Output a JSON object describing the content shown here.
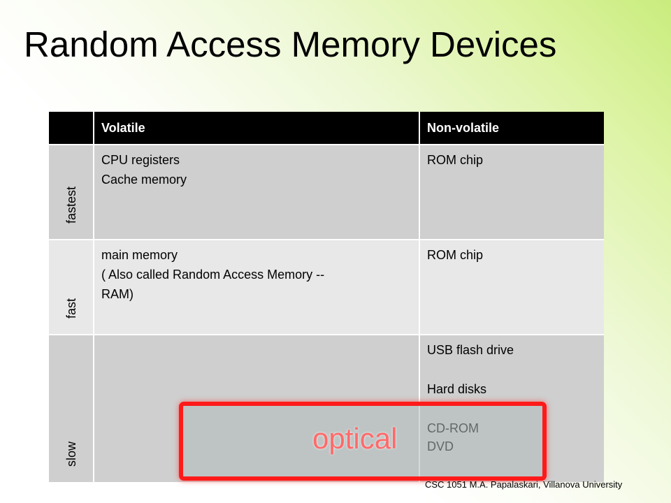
{
  "slide": {
    "title": "Random Access Memory Devices",
    "footer": "CSC 1051 M.A. Papalaskari, Villanova University"
  },
  "table": {
    "headers": [
      "",
      "Volatile",
      "Non-volatile"
    ],
    "rows": [
      {
        "label": "fastest",
        "volatile": [
          "CPU registers",
          "Cache memory"
        ],
        "nonvolatile": [
          "ROM chip"
        ]
      },
      {
        "label": "fast",
        "volatile": [
          "main memory",
          "( Also called Random Access Memory --",
          "RAM)"
        ],
        "nonvolatile": [
          "ROM chip"
        ]
      },
      {
        "label": "slow",
        "volatile": [],
        "nonvolatile": [
          "USB flash drive",
          "",
          "Hard disks",
          "",
          "CD-ROM",
          "DVD"
        ]
      }
    ]
  },
  "annotation": {
    "text": "optical",
    "color": "#ff1a1a"
  },
  "colors": {
    "header_bg": "#000000",
    "row_dark": "#cfcfcf",
    "row_light": "#e8e8e8",
    "accent_green": "#c9ec7d"
  }
}
